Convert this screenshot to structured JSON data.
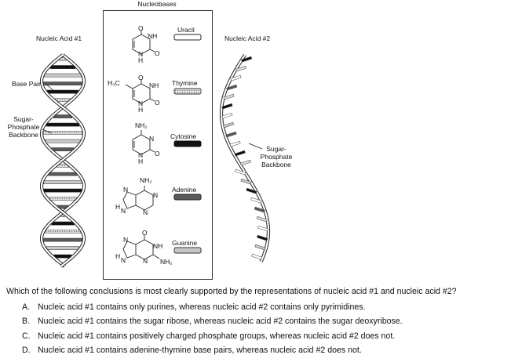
{
  "figure": {
    "nucleobases_title": "Nucleobases",
    "nucleic_acid_1_label": "Nucleic Acid #1",
    "nucleic_acid_2_label": "Nucleic Acid #2",
    "base_pair_label": "Base Pair",
    "backbone_left_label": [
      "Sugar-",
      "Phosphate",
      "Backbone"
    ],
    "backbone_right_label": [
      "Sugar-",
      "Phosphate",
      "Backbone"
    ],
    "bases": [
      {
        "name": "Uracil",
        "pattern": "white"
      },
      {
        "name": "Thymine",
        "pattern": "dotted-light"
      },
      {
        "name": "Cytosine",
        "pattern": "black"
      },
      {
        "name": "Adenine",
        "pattern": "dark-gray"
      },
      {
        "name": "Guanine",
        "pattern": "light-gray"
      }
    ],
    "structure_text": {
      "uracil": {
        "nh": "NH",
        "n": "N",
        "h": "H",
        "o1": "O",
        "o2": "O"
      },
      "thymine": {
        "ch3": "H₃C",
        "nh": "NH",
        "n": "N",
        "h": "H",
        "o1": "O",
        "o2": "O"
      },
      "cytosine": {
        "nh2": "NH₂",
        "n1": "N",
        "n2": "N",
        "h": "H",
        "o": "O"
      },
      "adenine": {
        "nh2": "NH₂",
        "n1": "N",
        "n2": "N",
        "n3": "N",
        "n4": "N",
        "h": "H"
      },
      "guanine": {
        "o": "O",
        "nh": "NH",
        "n1": "N",
        "n2": "N",
        "n3": "N",
        "h": "H",
        "nh2": "NH₂"
      }
    }
  },
  "question": {
    "text": "Which of the following conclusions is most clearly supported by the representations of nucleic acid #1 and nucleic acid #2?",
    "options": [
      {
        "letter": "A.",
        "text": "Nucleic acid #1 contains only purines, whereas nucleic acid #2 contains only pyrimidines."
      },
      {
        "letter": "B.",
        "text": "Nucleic acid #1 contains the sugar ribose, whereas nucleic acid #2 contains the sugar deoxyribose."
      },
      {
        "letter": "C.",
        "text": "Nucleic acid #1 contains positively charged phosphate groups, whereas nucleic acid #2 does not."
      },
      {
        "letter": "D.",
        "text": "Nucleic acid #1 contains adenine-thymine base pairs, whereas nucleic acid #2 does not."
      }
    ]
  }
}
